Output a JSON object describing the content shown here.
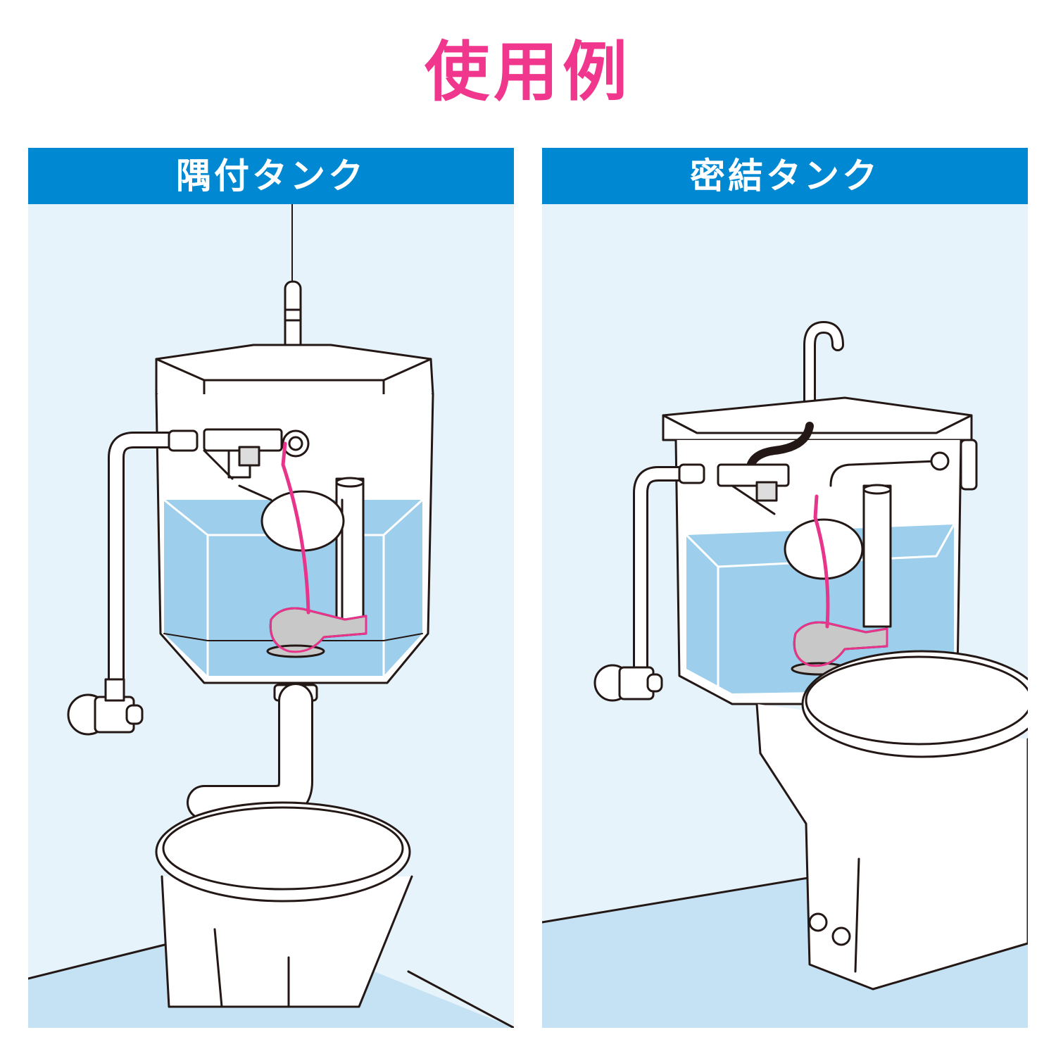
{
  "title": "使用例",
  "panels": [
    {
      "label": "隅付タンク"
    },
    {
      "label": "密結タンク"
    }
  ],
  "colors": {
    "title": "#f0368d",
    "header": "#0089d2",
    "background": "#e6f3fa",
    "floor": "#c4e2f3",
    "water": "#9dcfec",
    "highlight": "#e8348a",
    "part_gray": "#c8c8c8"
  },
  "icons": [
    "corner-tank-icon",
    "close-coupled-tank-icon",
    "flapper-valve-icon",
    "ball-tap-icon",
    "stop-valve-icon"
  ]
}
